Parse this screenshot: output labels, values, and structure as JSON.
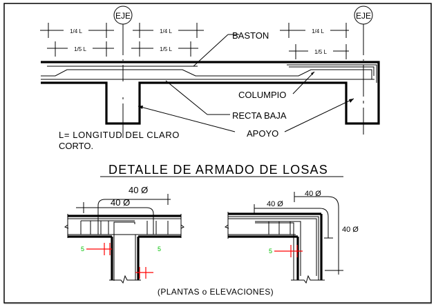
{
  "top_view": {
    "axis_markers": [
      {
        "label": "EJE"
      },
      {
        "label": "EJE"
      }
    ],
    "dimensions": {
      "quarter": "1/4 L",
      "fifth": "1/5 L"
    },
    "callouts": {
      "baston": "BASTON",
      "columpio": "COLUMPIO",
      "recta_baja": "RECTA BAJA",
      "apoyo": "APOYO"
    },
    "note_line1": "L= LONGITUD DEL CLARO",
    "note_line2": "CORTO."
  },
  "title": "DETALLE DE ARMADO DE LOSAS",
  "bottom_view": {
    "left_detail": {
      "dim_upper": "40 Ø",
      "dim_lower": "40 Ø",
      "cover_left": "5",
      "cover_right": "5"
    },
    "right_detail": {
      "dim_top": "40 Ø",
      "dim_mid": "40 Ø",
      "dim_side": "40 Ø",
      "cover": "5"
    },
    "caption": "(PLANTAS o ELEVACIONES)"
  },
  "colors": {
    "line": "#000000",
    "dimension_red": "#ff0000",
    "cover_green": "#00c000"
  }
}
